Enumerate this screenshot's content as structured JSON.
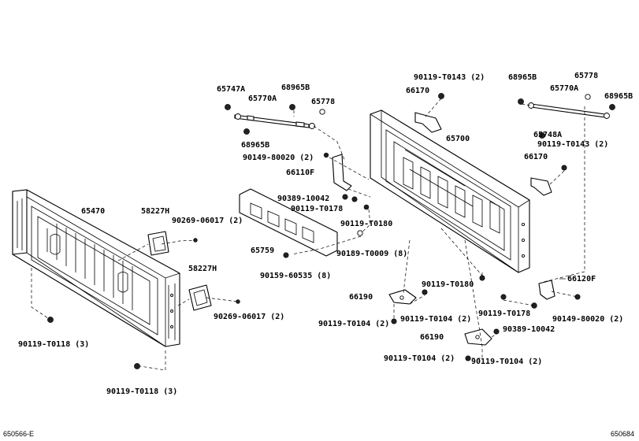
{
  "labels": {
    "l1": "65747A",
    "l2": "68965B",
    "l3": "65770A",
    "l4": "65778",
    "l5": "68965B",
    "l6": "90149-80020 (2)",
    "l7": "66110F",
    "l8": "90389-10042",
    "l9": "90119-T0178",
    "l10": "90119-T0180",
    "l11": "90119-T0143 (2)",
    "l12": "66170",
    "l13": "65700",
    "l14": "68965B",
    "l15": "65778",
    "l16": "65770A",
    "l17": "68965B",
    "l18": "65748A",
    "l19": "90119-T0143 (2)",
    "l20": "66170",
    "l21": "65470",
    "l22": "58227H",
    "l23": "90269-06017 (2)",
    "l24": "65759",
    "l25": "90189-T0009 (8)",
    "l26": "90159-60535 (8)",
    "l27": "58227H",
    "l28": "90269-06017 (2)",
    "l29": "90119-T0180",
    "l30": "66120F",
    "l31": "66190",
    "l32": "90119-T0104 (2)",
    "l33": "90119-T0104 (2)",
    "l34": "90119-T0178",
    "l35": "90149-80020 (2)",
    "l36": "90389-10042",
    "l37": "66190",
    "l38": "90119-T0104 (2)",
    "l39": "90119-T0104 (2)",
    "l40": "90119-T0118 (3)",
    "l41": "90119-T0118 (3)"
  },
  "footer": {
    "left": "650566-E",
    "right": "650684"
  }
}
